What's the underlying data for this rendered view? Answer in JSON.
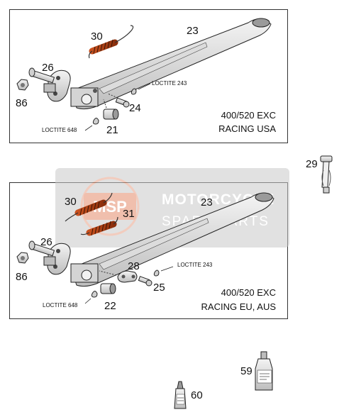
{
  "watermark": {
    "brand_line1": "MOTORCYCLE",
    "brand_line2": "SPARE PARTS",
    "logo_text": "MSP"
  },
  "top": {
    "variant_line1": "400/520 EXC",
    "variant_line2": "RACING USA",
    "loctite_a": "LOCTITE 243",
    "loctite_b": "LOCTITE 648",
    "labels": {
      "p30": "30",
      "p23": "23",
      "p26": "26",
      "p86": "86",
      "p24": "24",
      "p21": "21"
    }
  },
  "bottom": {
    "variant_line1": "400/520 EXC",
    "variant_line2": "RACING EU, AUS",
    "loctite_a": "LOCTITE 243",
    "loctite_b": "LOCTITE 648",
    "labels": {
      "p30": "30",
      "p31": "31",
      "p23": "23",
      "p26": "26",
      "p86": "86",
      "p28": "28",
      "p25": "25",
      "p22": "22"
    }
  },
  "extras": {
    "p29": "29",
    "p59": "59",
    "p60": "60"
  }
}
